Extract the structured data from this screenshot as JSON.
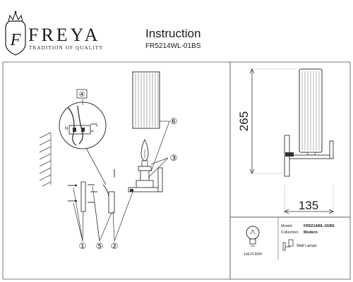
{
  "brand": {
    "name": "FREYA",
    "tagline": "TRADITION OF QUALITY",
    "monogram": "F"
  },
  "header": {
    "title": "Instruction",
    "model_code": "FR5214WL-01BS"
  },
  "callouts": [
    "①",
    "②",
    "③",
    "④",
    "⑤",
    "⑥"
  ],
  "wiring": {
    "terminal_l": "L",
    "terminal_n": "N"
  },
  "dimensions": {
    "height": "265",
    "width": "135"
  },
  "spec_table": {
    "model_label": "Model:",
    "model_value": "FR5214WL-01BS",
    "collection_label": "Collection:",
    "collection_value": "Modern",
    "lamp_spec": "1xE14 60W",
    "category": "Wall Lamps"
  },
  "colors": {
    "line": "#3a3a3a",
    "frame": "#555555",
    "text": "#1a1a1a",
    "accent_brand": "#1a1a1a"
  },
  "icons": [
    "brand-crest-icon",
    "light-bulb-icon",
    "wall-lamp-icon"
  ]
}
